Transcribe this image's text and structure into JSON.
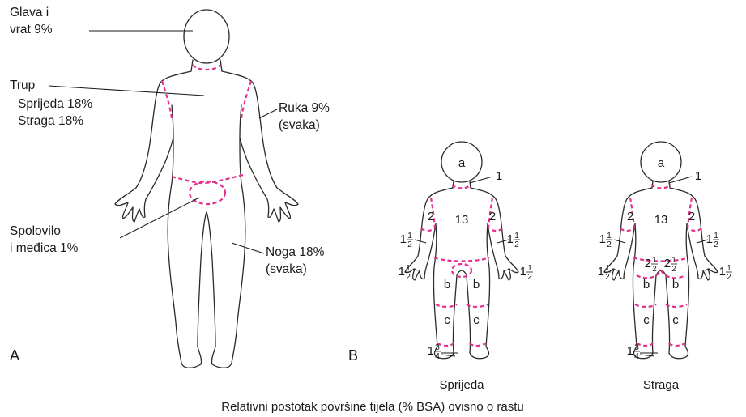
{
  "adult": {
    "head": "Glava i\nvrat 9%",
    "trunk_title": "Trup",
    "trunk_front": "Sprijeda 18%",
    "trunk_back": "Straga 18%",
    "arm": "Ruka 9%\n(svaka)",
    "genitals": "Spolovilo\ni međica 1%",
    "leg": "Noga 18%\n(svaka)",
    "panel_letter": "A"
  },
  "child": {
    "panel_letter": "B",
    "front_caption": "Sprijeda",
    "back_caption": "Straga",
    "head_letter": "a",
    "neck": "1",
    "trunk": "13",
    "upper_arm": "2",
    "thigh_letter": "b",
    "leg_letter": "c",
    "buttock_whole": "2",
    "half": "1|2",
    "one": "1",
    "three_quarter": "3|4"
  },
  "caption": "Relativni postotak površine tijela (% BSA) ovisno o rastu",
  "colors": {
    "dash": "#e4308f",
    "outline": "#2a2a2a"
  }
}
